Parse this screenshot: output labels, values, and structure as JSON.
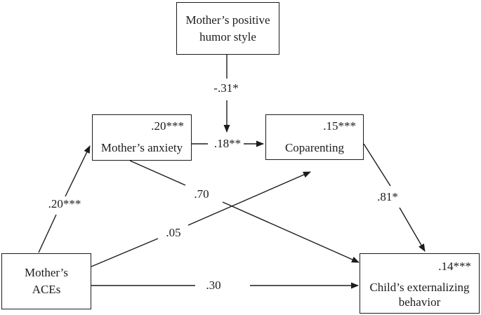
{
  "diagram": {
    "nodes": {
      "humor": {
        "label": "Mother’s positive humor style"
      },
      "anxiety": {
        "label": "Mother’s anxiety",
        "r2": ".20***"
      },
      "coparenting": {
        "label": "Coparenting",
        "r2": ".15***"
      },
      "aces": {
        "label": "Mother’s ACEs"
      },
      "child": {
        "label": "Child’s externalizing behavior",
        "r2": ".14***"
      }
    },
    "paths": {
      "humor_moderation": "-.31*",
      "anxiety_coparenting": ".18**",
      "aces_anxiety": ".20***",
      "anxiety_child": ".70",
      "aces_coparenting": ".05",
      "coparenting_child": ".81*",
      "aces_child": ".30"
    },
    "colors": {
      "line": "#1c1c1c",
      "background": "#ffffff"
    }
  }
}
